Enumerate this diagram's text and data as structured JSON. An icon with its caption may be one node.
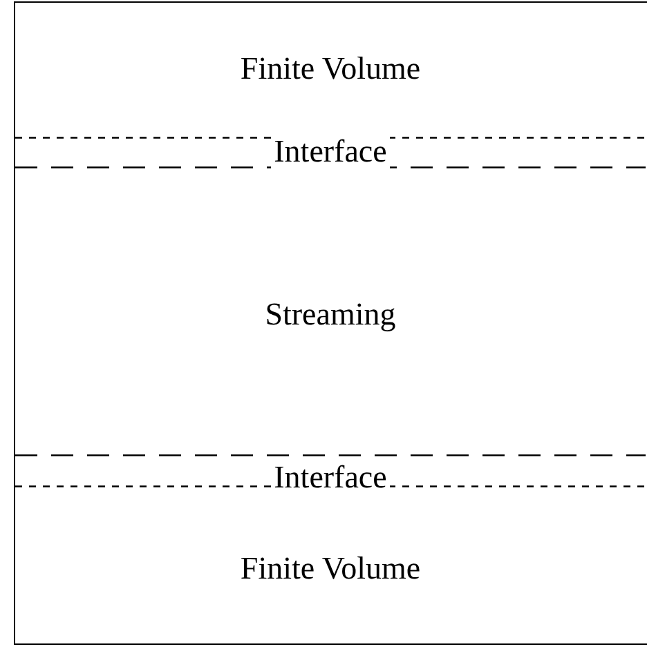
{
  "diagram": {
    "nodes": [
      {
        "text": [],
        "shape": "box"
      },
      {
        "text": [
          "Finite Volume"
        ],
        "in": 0
      },
      {
        "text": [
          "Interface"
        ],
        "in": 0
      },
      {
        "text": [
          "Streaming"
        ],
        "in": 0
      },
      {
        "text": [
          "Interface"
        ],
        "in": 0
      },
      {
        "text": [
          "Finite Volume"
        ],
        "in": 0
      }
    ],
    "edges": []
  }
}
